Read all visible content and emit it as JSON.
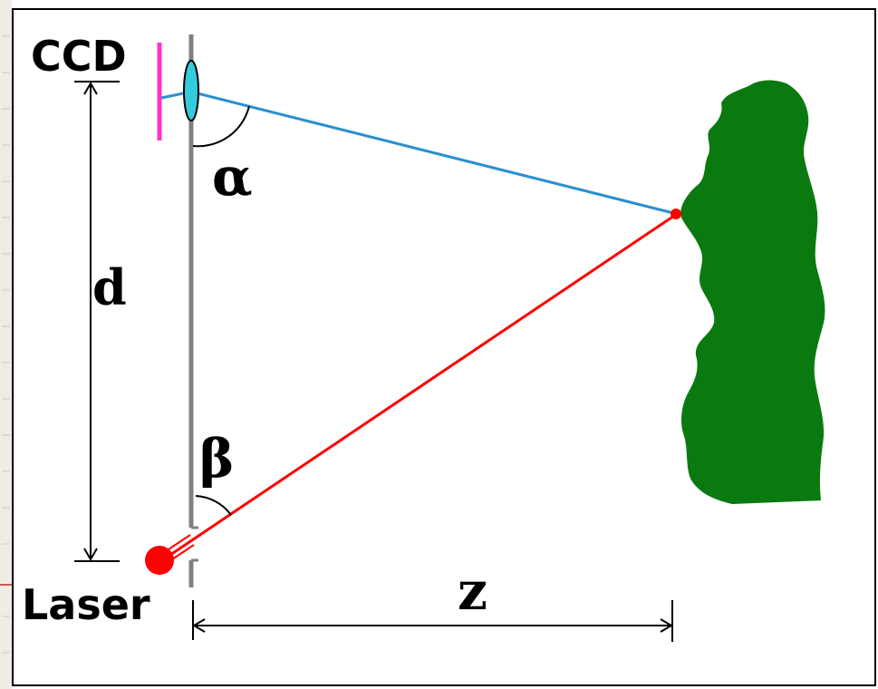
{
  "labels": {
    "ccd": "CCD",
    "laser": "Laser",
    "alpha": "α",
    "beta": "β",
    "d": "d",
    "z": "z"
  },
  "colors": {
    "frame": "#000000",
    "rail": "#808080",
    "sensor": "#ff33cc",
    "lens": "#33ccdd",
    "camera_ray": "#2a8fd0",
    "laser_ray": "#ff0000",
    "laser_source": "#ff0000",
    "object": "#0a7a10",
    "dimension": "#000000",
    "margin_strip": "#e0dcd4",
    "margin_tick": "#cc2222"
  },
  "icons": {
    "object": "green-object-silhouette",
    "lens": "lens-ellipse",
    "laser": "laser-source-dot"
  }
}
